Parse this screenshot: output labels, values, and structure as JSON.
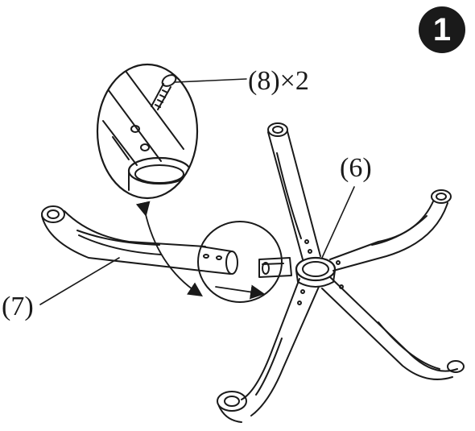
{
  "step": {
    "number": "1"
  },
  "labels": {
    "screw": "(8)×2",
    "hub": "(6)",
    "leg": "(7)"
  },
  "colors": {
    "ink": "#1a1a1a",
    "paper": "#ffffff"
  },
  "icons": {
    "step": "step-number-badge",
    "insert": "insert-direction-arrow",
    "detail": "detail-callout-arrow"
  }
}
